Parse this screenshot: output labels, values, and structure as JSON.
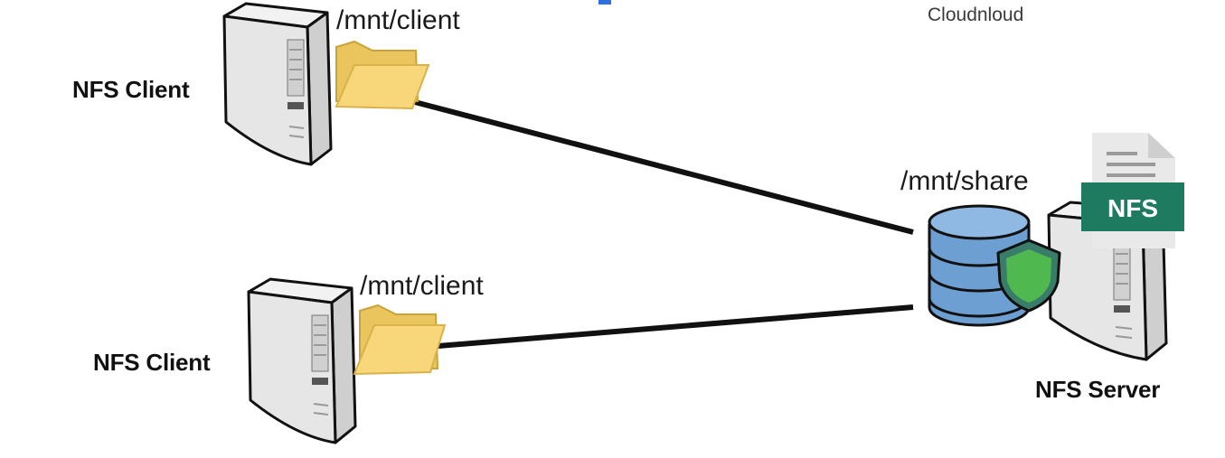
{
  "brand": "Cloudnloud",
  "clients": [
    {
      "label": "NFS Client",
      "mount_path": "/mnt/client"
    },
    {
      "label": "NFS Client",
      "mount_path": "/mnt/client"
    }
  ],
  "server": {
    "label": "NFS Server",
    "share_path": "/mnt/share",
    "doc_badge": "NFS"
  },
  "colors": {
    "folder": "#f7d77a",
    "folder_tab": "#eac45c",
    "database": "#6d9fd2",
    "shield": "#4fb84f",
    "badge": "#1e7b5f",
    "tower": "#e6e6e6"
  }
}
